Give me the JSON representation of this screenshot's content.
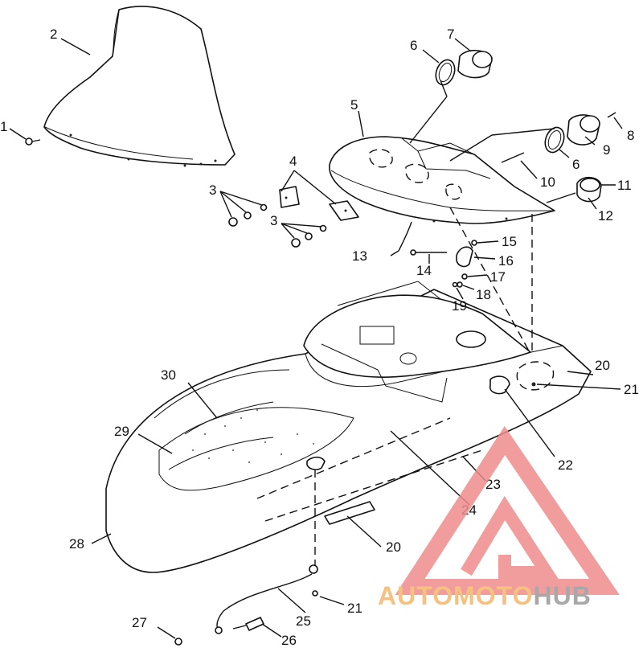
{
  "callouts": [
    {
      "id": "c1",
      "text": "1"
    },
    {
      "id": "c2",
      "text": "2"
    },
    {
      "id": "c3a",
      "text": "3"
    },
    {
      "id": "c3b",
      "text": "3"
    },
    {
      "id": "c4",
      "text": "4"
    },
    {
      "id": "c5",
      "text": "5"
    },
    {
      "id": "c6a",
      "text": "6"
    },
    {
      "id": "c6b",
      "text": "6"
    },
    {
      "id": "c7",
      "text": "7"
    },
    {
      "id": "c8",
      "text": "8"
    },
    {
      "id": "c9",
      "text": "9"
    },
    {
      "id": "c10",
      "text": "10"
    },
    {
      "id": "c11",
      "text": "11"
    },
    {
      "id": "c12",
      "text": "12"
    },
    {
      "id": "c13",
      "text": "13"
    },
    {
      "id": "c14",
      "text": "14"
    },
    {
      "id": "c15",
      "text": "15"
    },
    {
      "id": "c16",
      "text": "16"
    },
    {
      "id": "c17",
      "text": "17"
    },
    {
      "id": "c18",
      "text": "18"
    },
    {
      "id": "c19",
      "text": "19"
    },
    {
      "id": "c20a",
      "text": "20"
    },
    {
      "id": "c20b",
      "text": "20"
    },
    {
      "id": "c21a",
      "text": "21"
    },
    {
      "id": "c21b",
      "text": "21"
    },
    {
      "id": "c22",
      "text": "22"
    },
    {
      "id": "c23",
      "text": "23"
    },
    {
      "id": "c24",
      "text": "24"
    },
    {
      "id": "c25",
      "text": "25"
    },
    {
      "id": "c26",
      "text": "26"
    },
    {
      "id": "c27",
      "text": "27"
    },
    {
      "id": "c28",
      "text": "28"
    },
    {
      "id": "c29",
      "text": "29"
    },
    {
      "id": "c30",
      "text": "30"
    }
  ],
  "watermark": {
    "part1": "AUTO",
    "part2": "MOTO",
    "part3": "HUB",
    "color_triangle": "#f08c8c",
    "color_auto": "#f5b76a",
    "color_moto": "#f5b76a",
    "color_hub": "#9a9a9a"
  }
}
